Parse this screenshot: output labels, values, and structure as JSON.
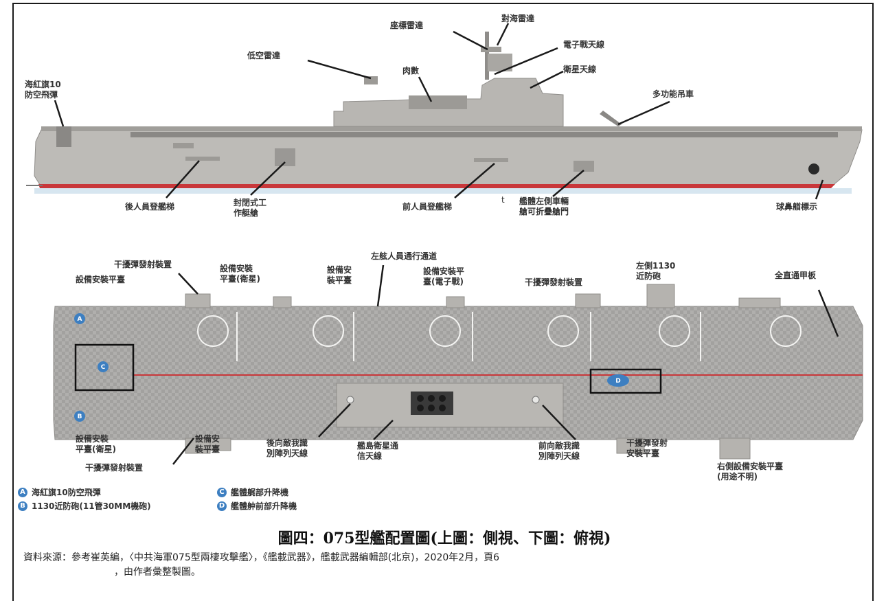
{
  "side_view": {
    "labels": {
      "hq10": "海紅旗10\n防空飛彈",
      "low_air_radar": "低空雷達",
      "vertical_launch": "肉數",
      "coord_radar": "座標雷達",
      "sea_radar": "對海雷達",
      "ew_antenna": "電子戰天線",
      "sat_antenna": "衛星天線",
      "crane": "多功能吊車",
      "rear_ladder": "後人員登艦梯",
      "closed_boat": "封閉式工\n作艇艙",
      "front_ladder": "前人員登艦梯",
      "left_door": "艦體左側車輛\n艙可折疊艙門",
      "bulbous_bow": "球鼻艏標示",
      "stray_mark": "t"
    }
  },
  "top_view": {
    "labels": {
      "equip_platform_1": "設備安裝平臺",
      "jammer_1": "干擾彈發射裝置",
      "equip_platform_sat": "設備安裝\n平臺(衛星)",
      "equip_platform_2": "設備安\n裝平臺",
      "left_walkway": "左舷人員通行通道",
      "equip_platform_ew": "設備安裝平\n臺(電子戰)",
      "jammer_2": "干擾彈發射裝置",
      "left_1130": "左側1130\n近防砲",
      "flight_deck": "全直通甲板",
      "equip_platform_sat_b": "設備安裝\n平臺(衛星)",
      "jammer_3": "干擾彈發射裝置",
      "equip_platform_3": "設備安\n裝平臺",
      "rear_iff": "後向敵我識\n別陣列天線",
      "island_sat": "艦島衛星通\n信天線",
      "front_iff": "前向敵我識\n別陣列天線",
      "jammer_platform": "干擾彈發射\n安裝平臺",
      "right_platform": "右側設備安裝平臺\n(用途不明)"
    },
    "markers": [
      "A",
      "C",
      "B",
      "D"
    ],
    "legend": [
      {
        "badge": "A",
        "text": "海紅旗10防空飛彈"
      },
      {
        "badge": "B",
        "text": "1130近防砲(11管30MM機砲)"
      },
      {
        "badge": "C",
        "text": "艦體艉部升降機"
      },
      {
        "badge": "D",
        "text": "艦體舯前部升降機"
      }
    ]
  },
  "caption": {
    "title": "圖四：075型艦配置圖(上圖：側視、下圖：俯視)",
    "source_line1": "資料來源：參考崔英編，〈中共海軍075型兩棲攻擊艦〉，《艦載武器》，艦載武器編輯部(北京)，2020年2月，頁6",
    "source_line2": "，由作者彙整製圖。"
  },
  "colors": {
    "hull": "#b9b7b3",
    "hull_dark": "#8f8d8a",
    "waterline": "#c9373a",
    "deck": "#a9a8a6",
    "badge": "#3d7fc1",
    "leader": "#1a1a1a"
  }
}
